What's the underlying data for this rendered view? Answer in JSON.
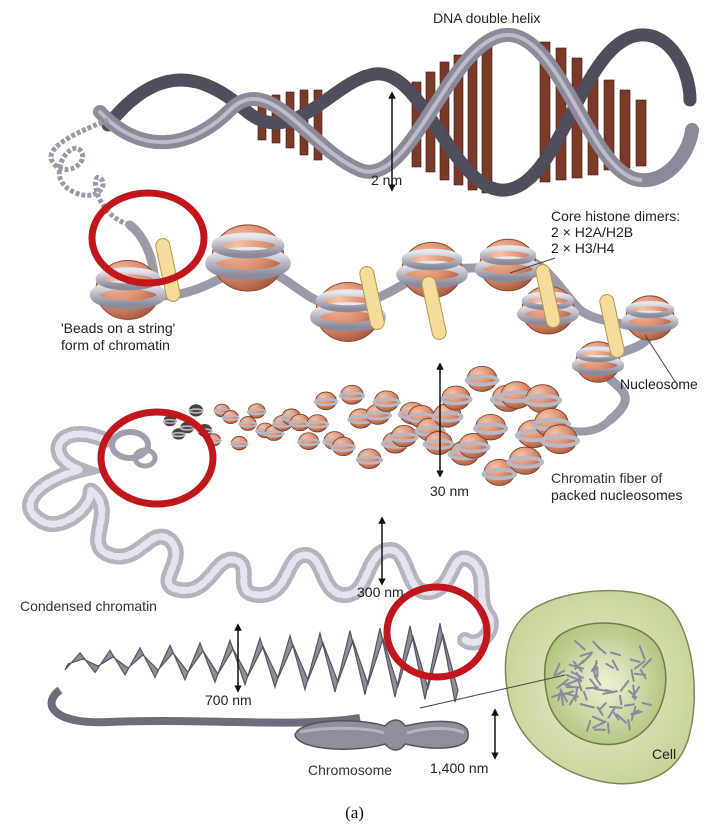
{
  "labels": {
    "dna_helix": "DNA double helix",
    "two_nm": "2 nm",
    "core_histone_line1": "Core histone dimers:",
    "core_histone_line2": "2 × H2A/H2B",
    "core_histone_line3": "2 × H3/H4",
    "beads_line1": "'Beads on a string'",
    "beads_line2": "form of chromatin",
    "nucleosome": "Nucleosome",
    "chromatin_fiber_line1": "Chromatin fiber of",
    "chromatin_fiber_line2": "packed nucleosomes",
    "thirty_nm": "30 nm",
    "condensed": "Condensed chromatin",
    "three_hundred_nm": "300 nm",
    "seven_hundred_nm": "700 nm",
    "chromosome": "Chromosome",
    "fourteen_hundred_nm": "1,400  nm",
    "cell": "Cell"
  },
  "caption": "(a)",
  "colors": {
    "highlight_circle": "#c0161c",
    "dna_backbone": "#6f6f7d",
    "base_pair": "#7b3a28",
    "histone": "#d98a6a",
    "linker_protein": "#f4dc9a",
    "chromatin_grey": "#c9c9d1",
    "cell_membrane": "#dbe5b8",
    "nucleus": "#c5d59a"
  }
}
